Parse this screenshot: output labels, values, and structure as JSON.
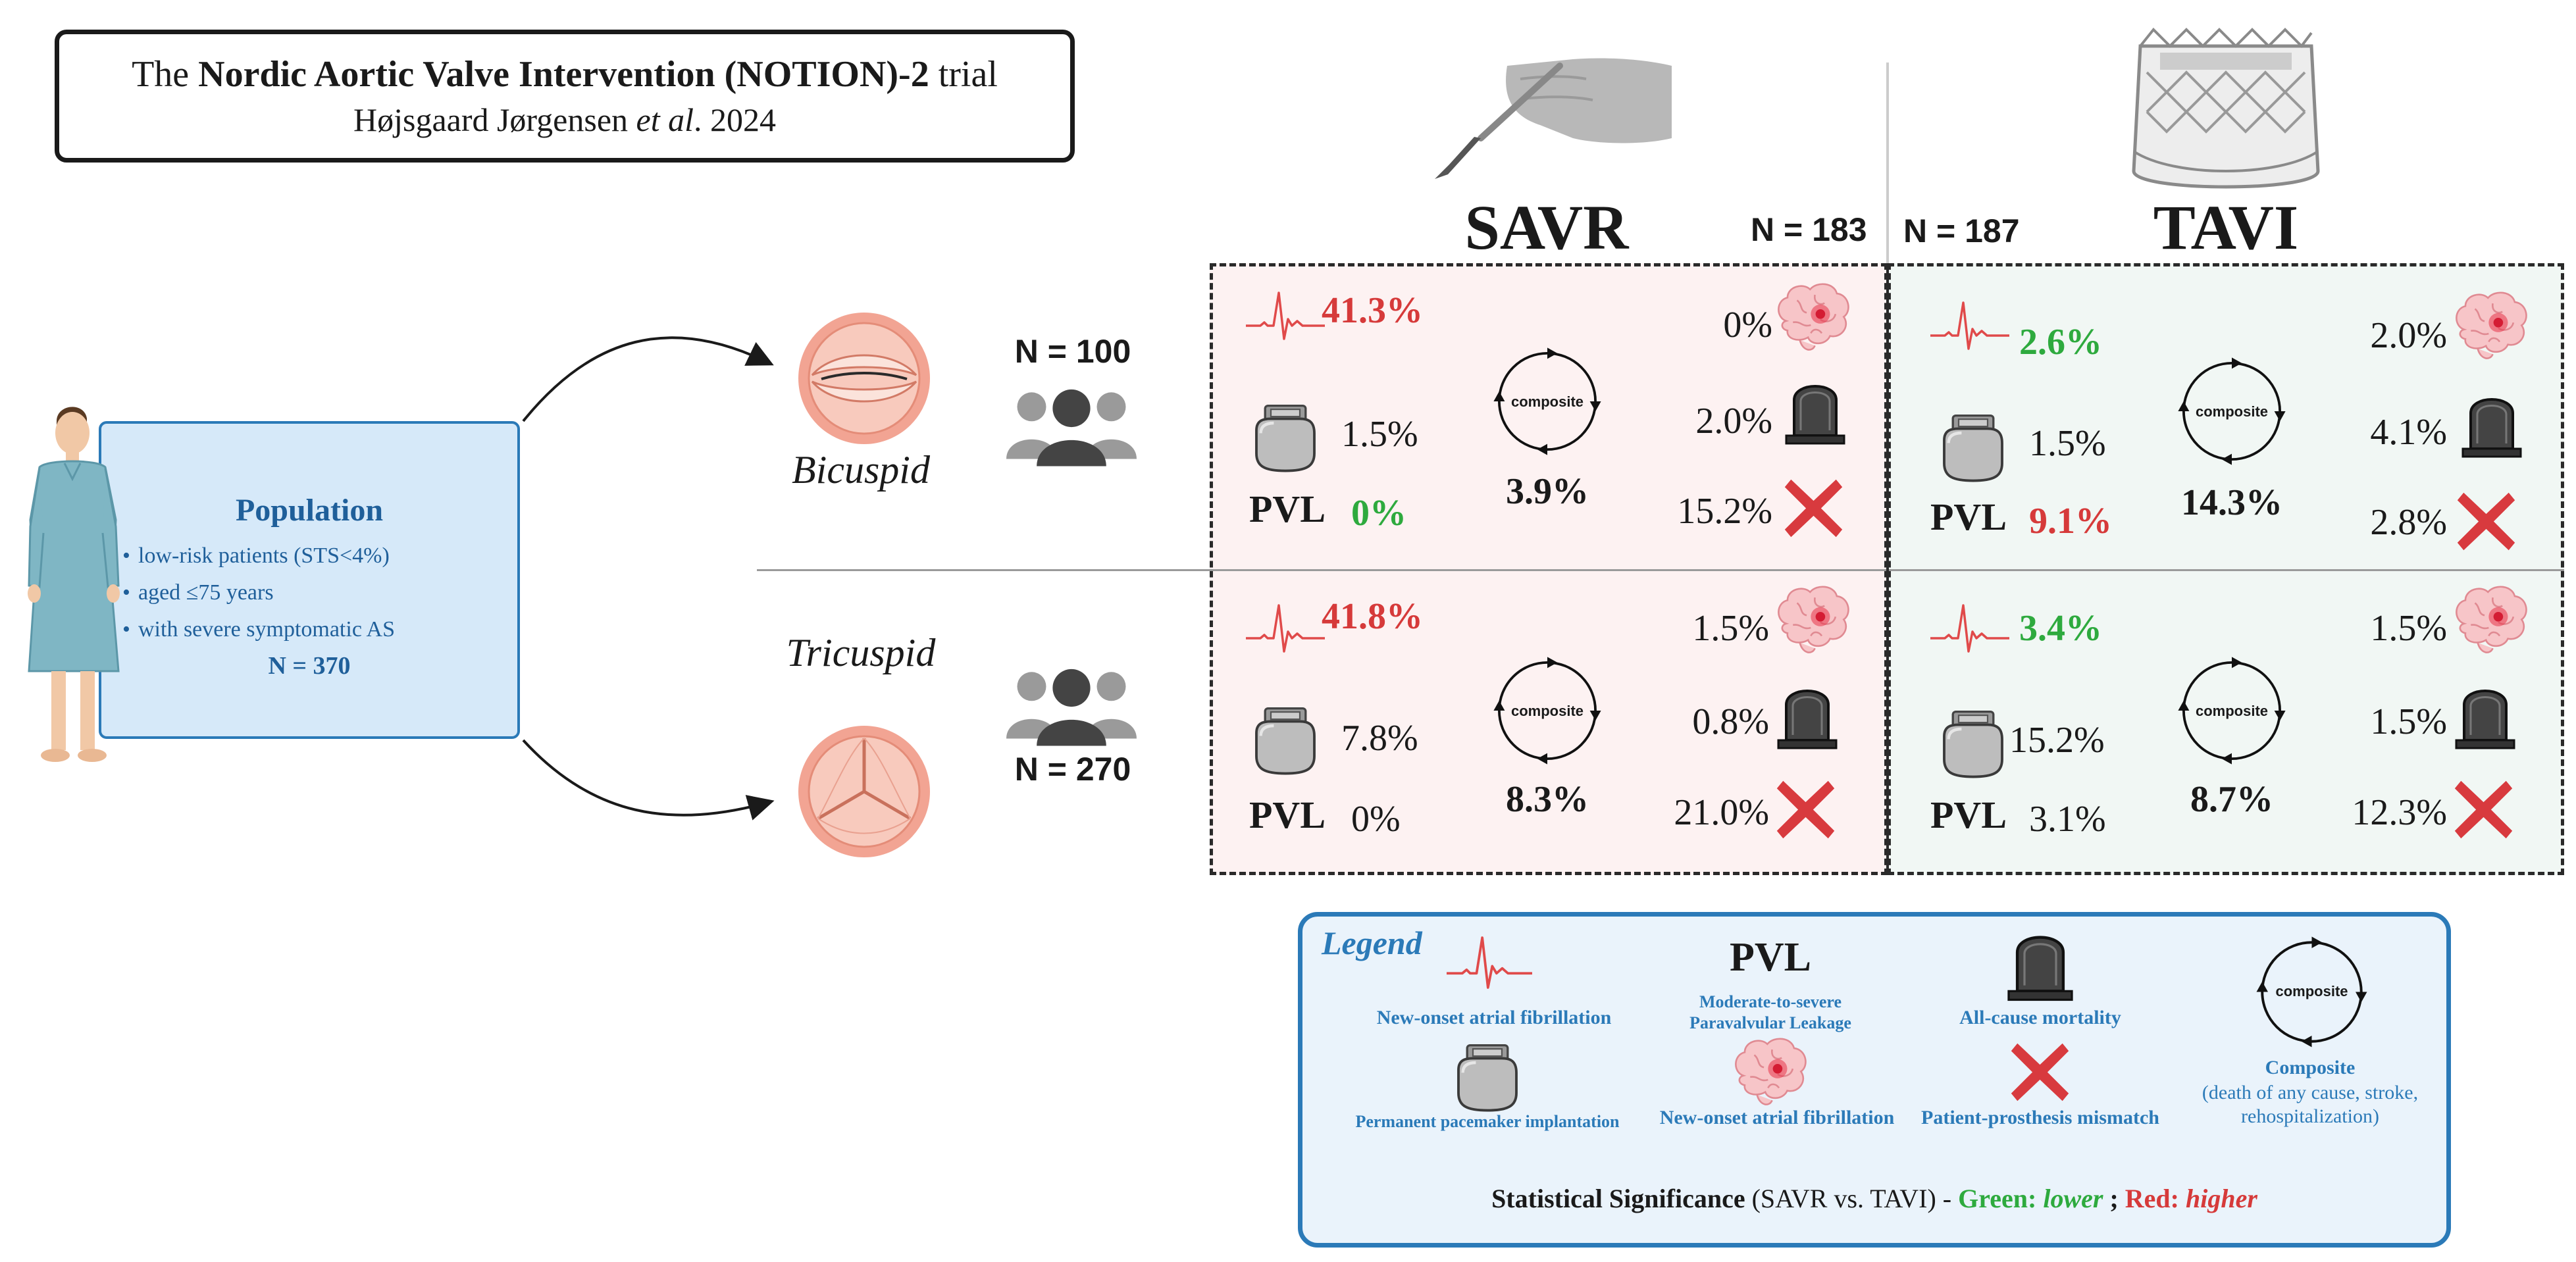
{
  "title": {
    "prefix": "The ",
    "bold": "Nordic Aortic Valve Intervention (NOTION)-2",
    "suffix": " trial",
    "authors": "Højsgaard Jørgensen ",
    "etal": "et al",
    "year": ". 2024"
  },
  "population": {
    "heading": "Population",
    "items": [
      "low-risk patients (STS<4%)",
      "aged ≤75 years",
      "with severe symptomatic AS"
    ],
    "n": "N = 370"
  },
  "valves": {
    "bicuspid": {
      "label": "Bicuspid",
      "n": "N = 100"
    },
    "tricuspid": {
      "label": "Tricuspid",
      "n": "N = 270"
    }
  },
  "arms": {
    "savr": {
      "label": "SAVR",
      "n": "N = 183"
    },
    "tavi": {
      "label": "TAVI",
      "n": "N = 187"
    }
  },
  "pvl_word": "PVL",
  "composite_word": "composite",
  "cells": {
    "savr_bicuspid": {
      "af": "41.3%",
      "af_color": "red",
      "pacemaker": "1.5%",
      "pvl": "0%",
      "pvl_color": "green",
      "composite": "3.9%",
      "stroke": "0%",
      "mortality": "2.0%",
      "ppm": "15.2%"
    },
    "tavi_bicuspid": {
      "af": "2.6%",
      "af_color": "green",
      "pacemaker": "1.5%",
      "pvl": "9.1%",
      "pvl_color": "red",
      "composite": "14.3%",
      "stroke": "2.0%",
      "mortality": "4.1%",
      "ppm": "2.8%"
    },
    "savr_tricuspid": {
      "af": "41.8%",
      "af_color": "red",
      "pacemaker": "7.8%",
      "pvl": "0%",
      "pvl_color": "none",
      "composite": "8.3%",
      "stroke": "1.5%",
      "mortality": "0.8%",
      "ppm": "21.0%"
    },
    "tavi_tricuspid": {
      "af": "3.4%",
      "af_color": "green",
      "pacemaker": "15.2%",
      "pvl": "3.1%",
      "pvl_color": "none",
      "composite": "8.7%",
      "stroke": "1.5%",
      "mortality": "1.5%",
      "ppm": "12.3%"
    }
  },
  "legend": {
    "title": "Legend",
    "af": "New-onset atrial fibrillation",
    "pvl_word": "PVL",
    "pvl_desc_1": "Moderate-to-severe",
    "pvl_desc_2": "Paravalvular Leakage",
    "mortality": "All-cause mortality",
    "composite_word": "composite",
    "composite_title": "Composite",
    "composite_desc_1": "(death of any cause, stroke,",
    "composite_desc_2": "rehospitalization)",
    "pacemaker": "Permanent pacemaker implantation",
    "stroke": "New-onset atrial fibrillation",
    "ppm": "Patient-prosthesis mismatch",
    "sig_bold": "Statistical Significance",
    "sig_paren": " (SAVR vs. TAVI)  - ",
    "sig_green": "Green: ",
    "sig_green_word": "lower",
    "sig_sep": " ; ",
    "sig_red": "Red: ",
    "sig_red_word": "higher"
  },
  "colors": {
    "red": "#d63a3a",
    "green": "#2eaa3e",
    "blue": "#2b7ab8",
    "savr_bg": "#fdf2f2",
    "tavi_bg": "#f1f7f4",
    "pop_bg": "#d6e9f9"
  }
}
